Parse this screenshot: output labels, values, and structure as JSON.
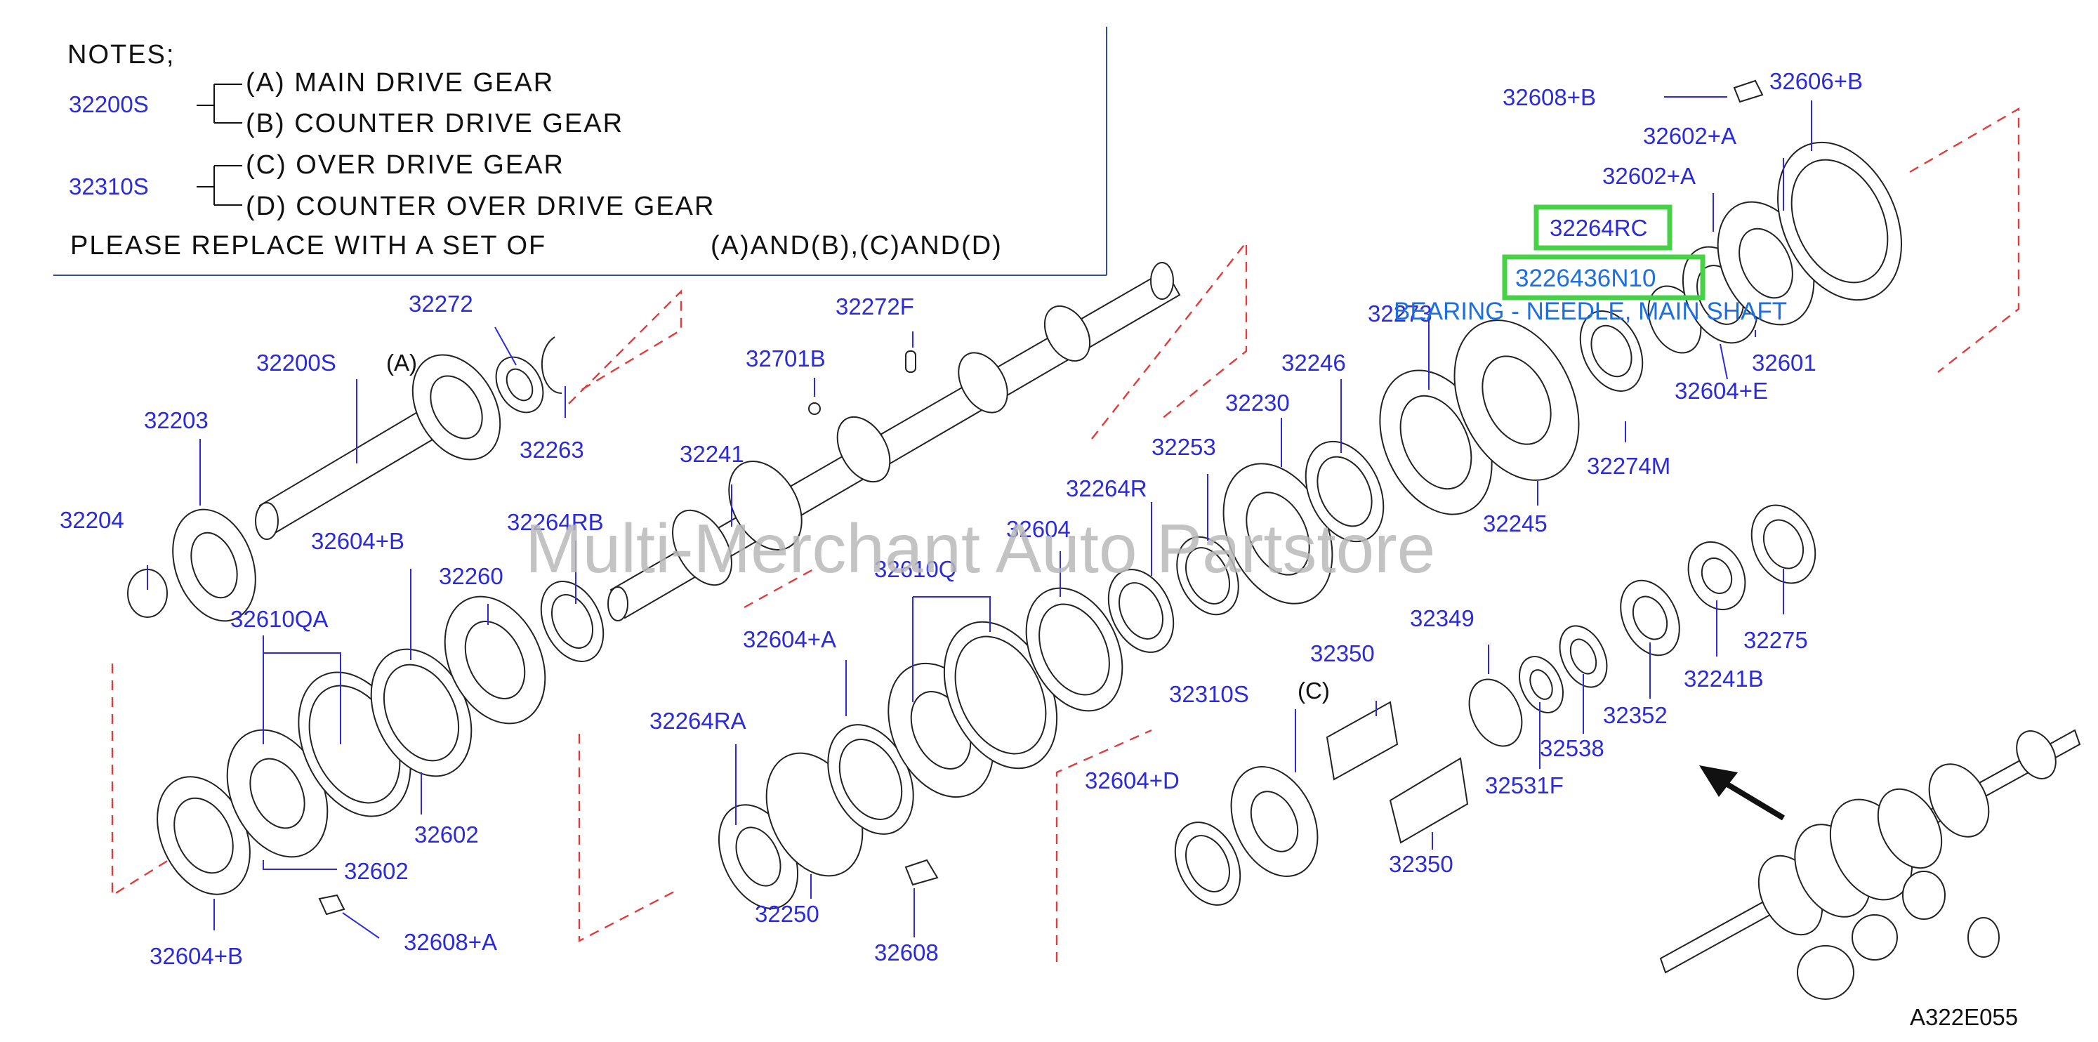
{
  "notes": {
    "title": "NOTES;",
    "group1": {
      "code": "32200S",
      "a": "(A)  MAIN  DRIVE  GEAR",
      "b": "(B)  COUNTER  DRIVE  GEAR"
    },
    "group2": {
      "code": "32310S",
      "c": "(C)  OVER  DRIVE  GEAR",
      "d": "(D)  COUNTER  OVER  DRIVE  GEAR"
    },
    "replace_text": "PLEASE  REPLACE  WITH  A  SET  OF",
    "replace_sets": "(A)AND(B),(C)AND(D)"
  },
  "labels": {
    "p32272": "32272",
    "p32200S": "32200S",
    "pA": "(A)",
    "p32203": "32203",
    "p32204": "32204",
    "p32263": "32263",
    "p32701B": "32701B",
    "p32272F": "32272F",
    "p32241": "32241",
    "p32264RB": "32264RB",
    "p32604B_top": "32604+B",
    "p32260": "32260",
    "p32610QA": "32610QA",
    "p32602_mid": "32602",
    "p32602_low": "32602",
    "p32604B_low": "32604+B",
    "p32608A": "32608+A",
    "p32604A_mid": "32604+A",
    "p32264RA": "32264RA",
    "p32250": "32250",
    "p32608": "32608",
    "p32610Q": "32610Q",
    "p32604": "32604",
    "p32264R": "32264R",
    "p32253": "32253",
    "p32230": "32230",
    "p32246": "32246",
    "p32273": "32273",
    "p32245": "32245",
    "p32274M": "32274M",
    "p32604E": "32604+E",
    "p32601": "32601",
    "p32602A_1": "32602+A",
    "p32602A_2": "32602+A",
    "p32606B": "32606+B",
    "p32608B": "32608+B",
    "p32264RC": "32264RC",
    "p32310S": "32310S",
    "pC": "(C)",
    "p32604D": "32604+D",
    "p32350_top": "32350",
    "p32350_low": "32350",
    "p32349": "32349",
    "p32531F": "32531F",
    "p32538": "32538",
    "p32352": "32352",
    "p32241B": "32241B",
    "p32275": "32275",
    "diagram_code": "A322E055"
  },
  "highlight": {
    "part": "3226436N10",
    "tooltip": "BEARING - NEEDLE, MAIN SHAFT"
  },
  "watermark": "Multi-Merchant Auto Partstore",
  "colors": {
    "part_number": "#2b2bd9",
    "highlight_box": "#47d147",
    "tooltip": "#1d6fe0",
    "dashed_guides": "#e23b3b"
  }
}
